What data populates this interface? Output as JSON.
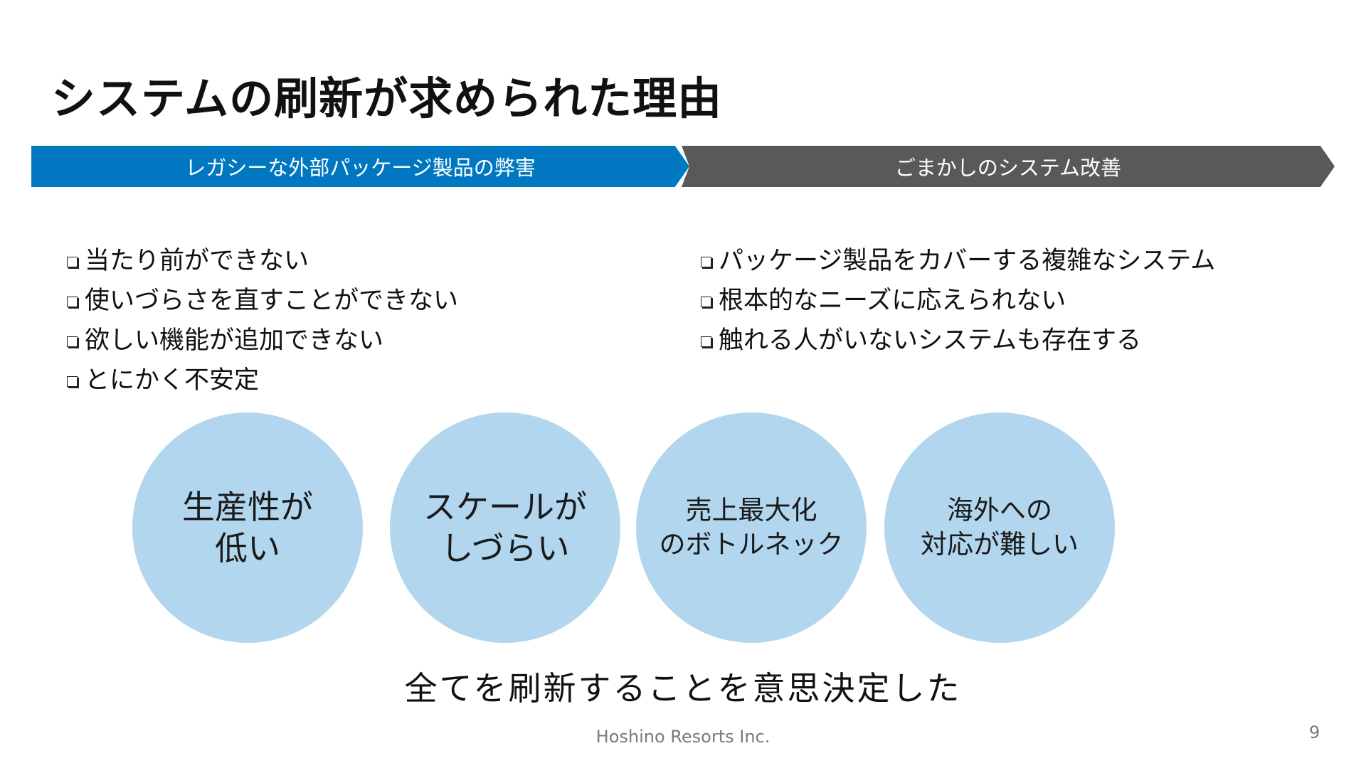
{
  "title": "システムの刷新が求められた理由",
  "banners": {
    "left": "レガシーな外部パッケージ製品の弊害",
    "right": "ごまかしのシステム改善"
  },
  "bullets_left": [
    "当たり前ができない",
    "使いづらさを直すことができない",
    "欲しい機能が追加できない",
    "とにかく不安定"
  ],
  "bullets_right": [
    "パッケージ製品をカバーする複雑なシステム",
    "根本的なニーズに応えられない",
    "触れる人がいないシステムも存在する"
  ],
  "circles": [
    {
      "line1": "生産性が",
      "line2": "低い"
    },
    {
      "line1": "スケールが",
      "line2": "しづらい"
    },
    {
      "line1": "売上最大化",
      "line2": "のボトルネック"
    },
    {
      "line1": "海外への",
      "line2": "対応が難しい"
    }
  ],
  "conclusion": "全てを刷新することを意思決定した",
  "footer": "Hoshino Resorts Inc.",
  "page_number": "9",
  "colors": {
    "banner_left": "#0078c1",
    "banner_right": "#595959",
    "circle_fill": "#b1d6ee"
  }
}
